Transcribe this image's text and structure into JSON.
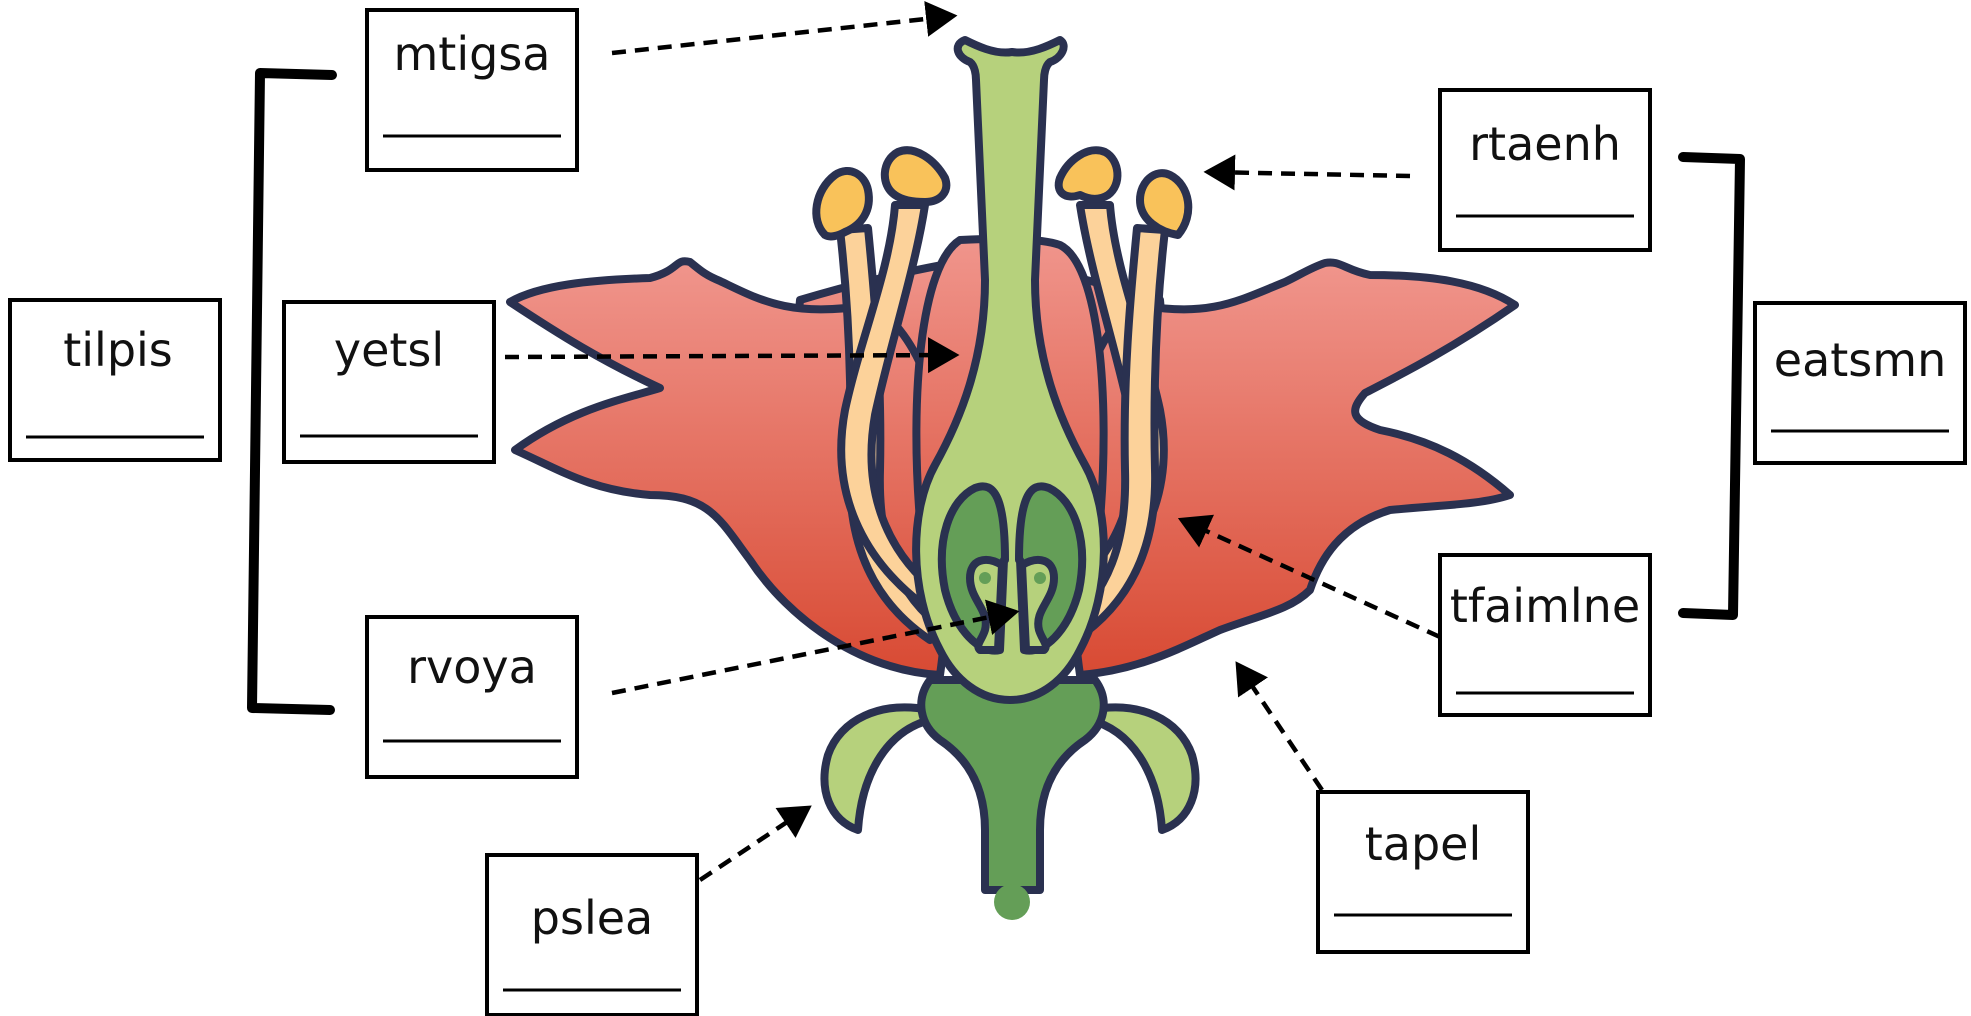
{
  "labels": {
    "mtigsa": "mtigsa",
    "yetsl": "yetsl",
    "rvoya": "rvoya",
    "tilpis": "tilpis",
    "rtaenh": "rtaenh",
    "tfaimlne": "tfaimlne",
    "eatsmn": "eatsmn",
    "pslea": "pslea",
    "tapel": "tapel"
  },
  "colors": {
    "outline": "#2a3150",
    "petal_top": "#f0958c",
    "petal_bottom": "#d84a33",
    "pistil_light": "#b6d17c",
    "pistil_dark": "#649e57",
    "filament": "#fcd29a",
    "anther": "#f9c25a"
  }
}
